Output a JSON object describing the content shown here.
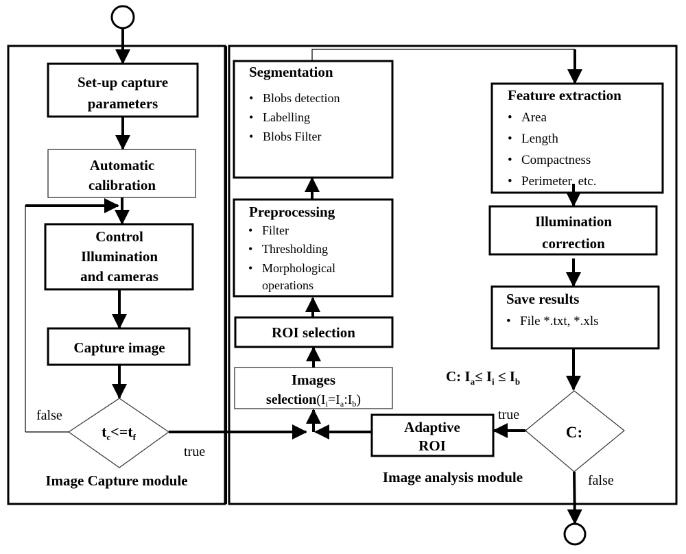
{
  "modules": {
    "capture": {
      "label": "Image Capture module"
    },
    "analysis": {
      "label": "Image analysis module"
    }
  },
  "capture_steps": {
    "setup": [
      "Set-up capture",
      "parameters"
    ],
    "calibration": [
      "Automatic",
      "calibration"
    ],
    "control": [
      "Control",
      "Illumination",
      "and cameras"
    ],
    "capture": "Capture image",
    "decision": {
      "main_t": "t",
      "sub_c": "c",
      "op": "<=t",
      "sub_f": "f"
    },
    "false_label": "false",
    "true_label": "true"
  },
  "analysis_steps": {
    "segmentation": {
      "title": "Segmentation",
      "items": [
        "Blobs detection",
        "Labelling",
        "Blobs Filter"
      ]
    },
    "preprocessing": {
      "title": "Preprocessing",
      "items": [
        "Filter",
        "Thresholding",
        "Morphological",
        "operations"
      ]
    },
    "roi_selection": "ROI selection",
    "images_selection": {
      "line1": "Images",
      "line2_bold": "selection",
      "formula": "(I",
      "sub_i": "i",
      "eq": "=I",
      "sub_a": "a",
      "colon": ":I",
      "sub_b": "b",
      "close": ")"
    },
    "adaptive_roi": [
      "Adaptive",
      "ROI"
    ],
    "feature_extraction": {
      "title": "Feature extraction",
      "items": [
        "Area",
        "Length",
        "Compactness",
        "Perimeter, etc."
      ]
    },
    "illumination_correction": [
      "Illumination",
      "correction"
    ],
    "save_results": {
      "title": "Save results",
      "items": [
        "File *.txt, *.xls"
      ]
    },
    "condition_text": {
      "prefix": "C: I",
      "sub_a": "a",
      "le1": "≤ I",
      "sub_i": "i",
      "le2": " ≤ I",
      "sub_b": "b"
    },
    "decision": "C:",
    "true_label": "true",
    "false_label": "false"
  },
  "bullet": "•"
}
